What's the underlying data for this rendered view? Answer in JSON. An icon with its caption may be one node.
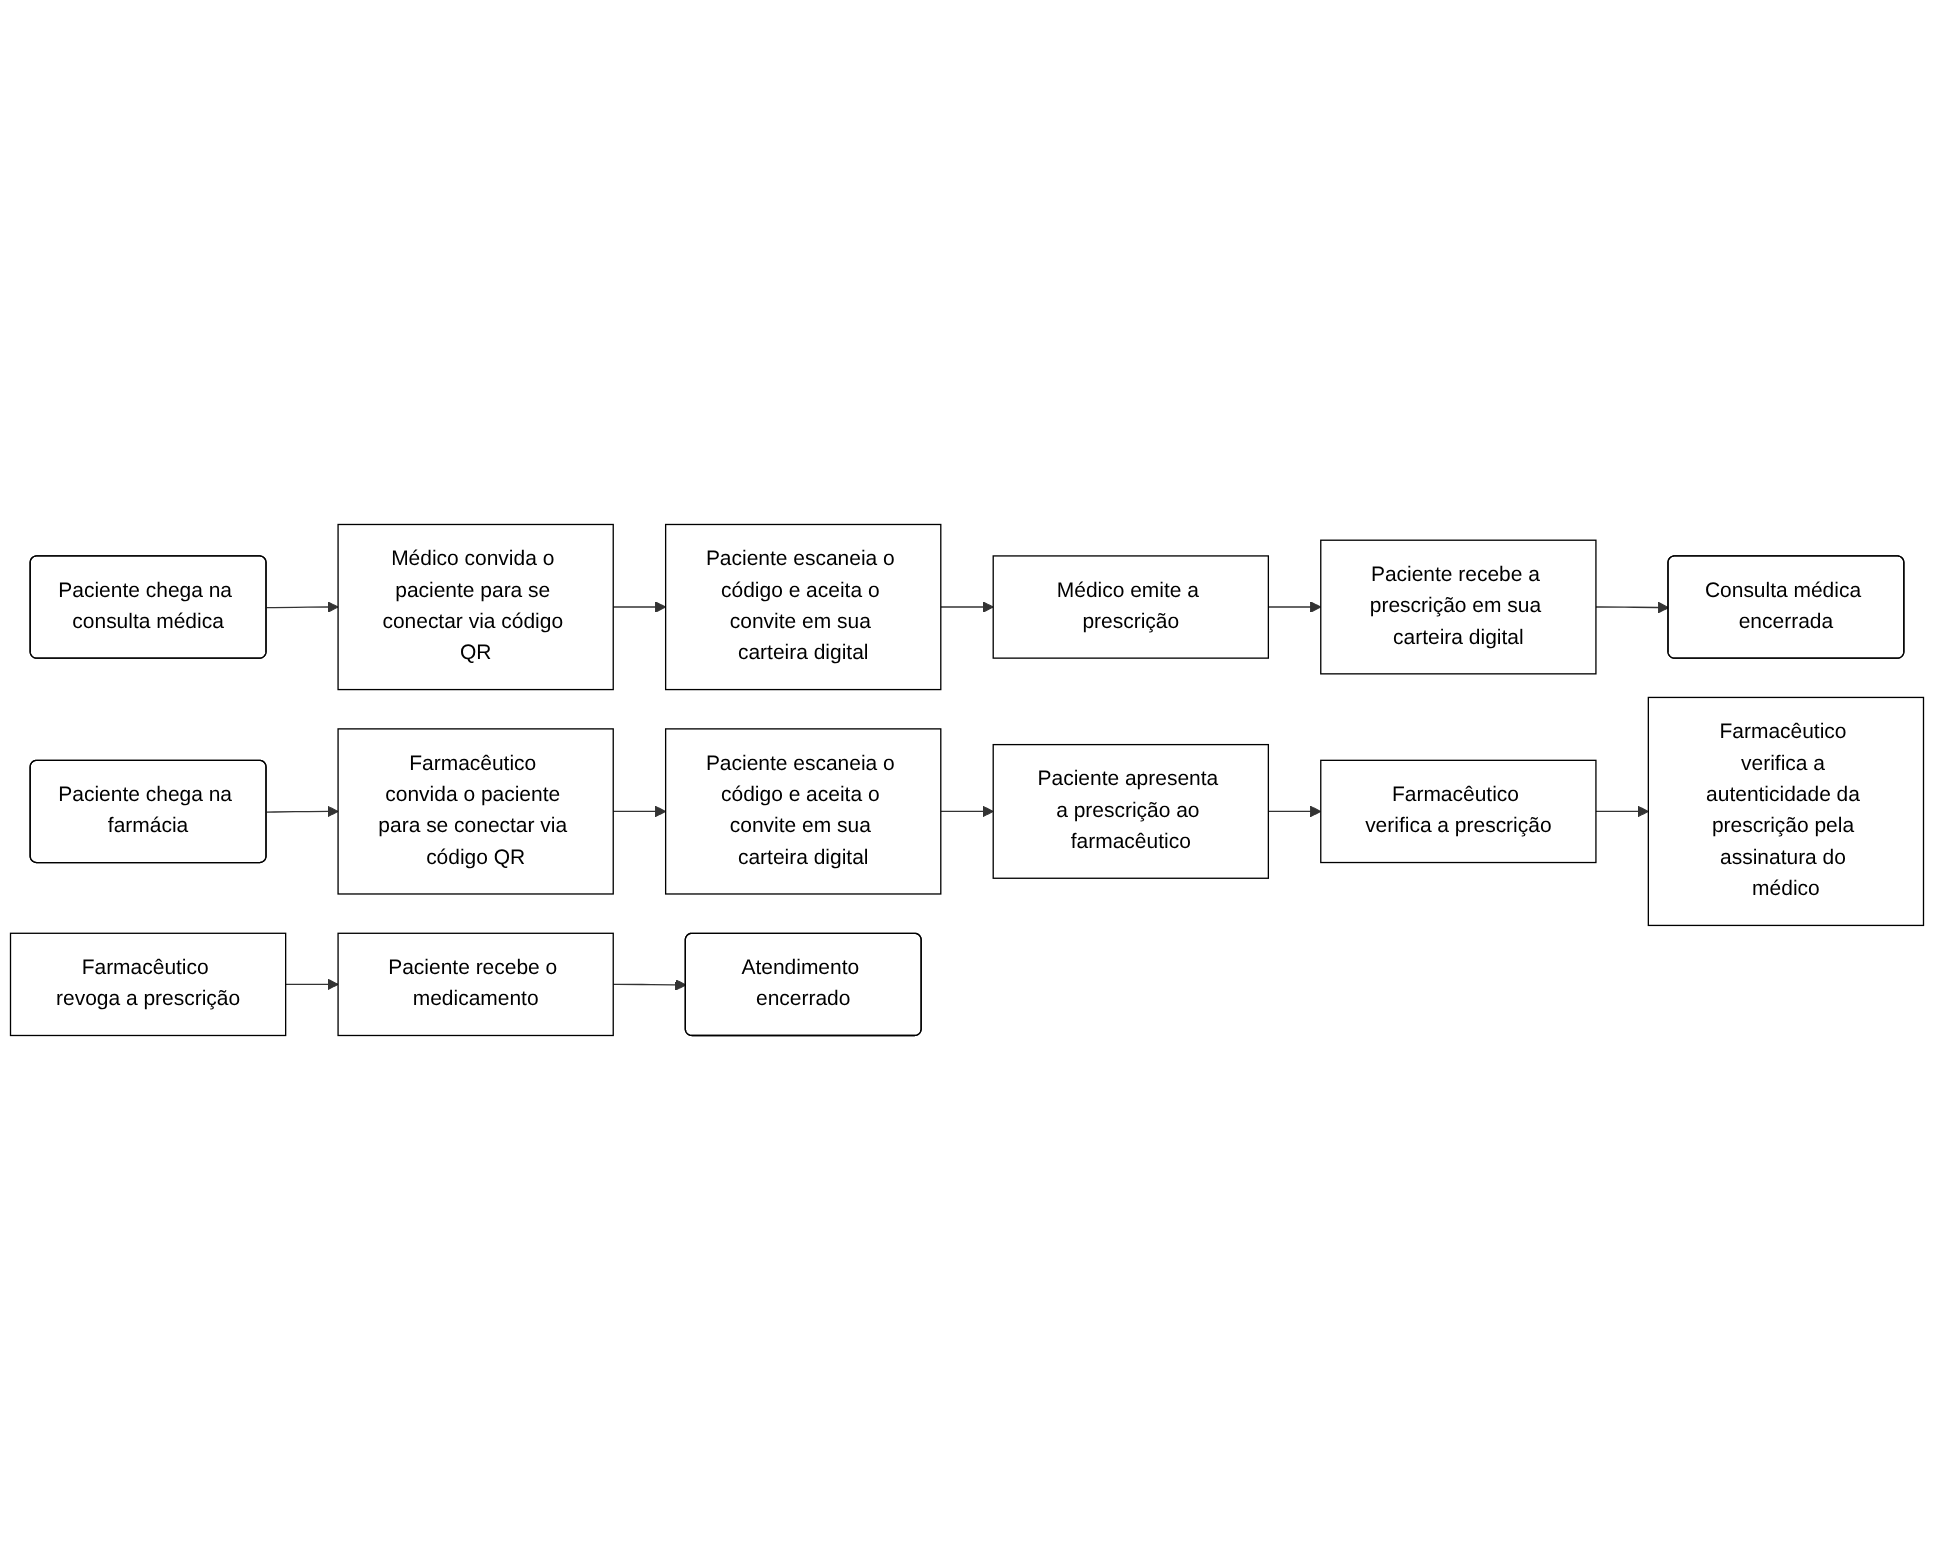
{
  "diagram": {
    "nodes": [
      {
        "text": [
          "Paciente chega na consulta médica"
        ]
      },
      {
        "text": [
          "Médico convida o paciente para se conectar via código QR"
        ]
      },
      {
        "text": [
          "Paciente escaneia o código e aceita o convite em sua carteira digital"
        ]
      },
      {
        "text": [
          "Consulta médica encerrada"
        ]
      },
      {
        "text": [
          "Paciente recebe a prescrição em sua carteira digital"
        ]
      },
      {
        "text": [
          "Médico emite a prescrição"
        ]
      },
      {
        "text": [
          "Paciente chega na farmácia"
        ]
      },
      {
        "text": [
          "Farmacêutico convida o paciente para se conectar via código QR"
        ]
      },
      {
        "text": [
          "Paciente escaneia o código e aceita o convite em sua carteira digital"
        ]
      },
      {
        "text": [
          "Farmacêutico verifica a autenticidade da prescrição pela assinatura do médico"
        ]
      },
      {
        "text": [
          "Farmacêutico verifica a prescrição"
        ]
      },
      {
        "text": [
          "Paciente apresenta a prescrição ao farmacêutico"
        ]
      },
      {
        "text": [
          "Farmacêutico revoga a prescrição"
        ]
      },
      {
        "text": [
          "Paciente recebe o medicamento"
        ]
      },
      {
        "text": [
          "Atendimento encerrado"
        ]
      }
    ],
    "edges": [
      {
        "from": 0,
        "to": 1,
        "arrow": "to"
      },
      {
        "from": 1,
        "to": 2,
        "arrow": "to"
      },
      {
        "from": 2,
        "to": 5,
        "arrow": "to"
      },
      {
        "from": 5,
        "to": 4,
        "arrow": "to"
      },
      {
        "from": 4,
        "to": 3,
        "arrow": "to"
      },
      {
        "from": 6,
        "to": 7,
        "arrow": "to"
      },
      {
        "from": 7,
        "to": 8,
        "arrow": "to"
      },
      {
        "from": 8,
        "to": 11,
        "arrow": "to"
      },
      {
        "from": 11,
        "to": 10,
        "arrow": "to"
      },
      {
        "from": 10,
        "to": 9,
        "arrow": "to"
      },
      {
        "from": 12,
        "to": 13,
        "arrow": "to"
      },
      {
        "from": 13,
        "to": 14,
        "arrow": "to"
      }
    ]
  }
}
